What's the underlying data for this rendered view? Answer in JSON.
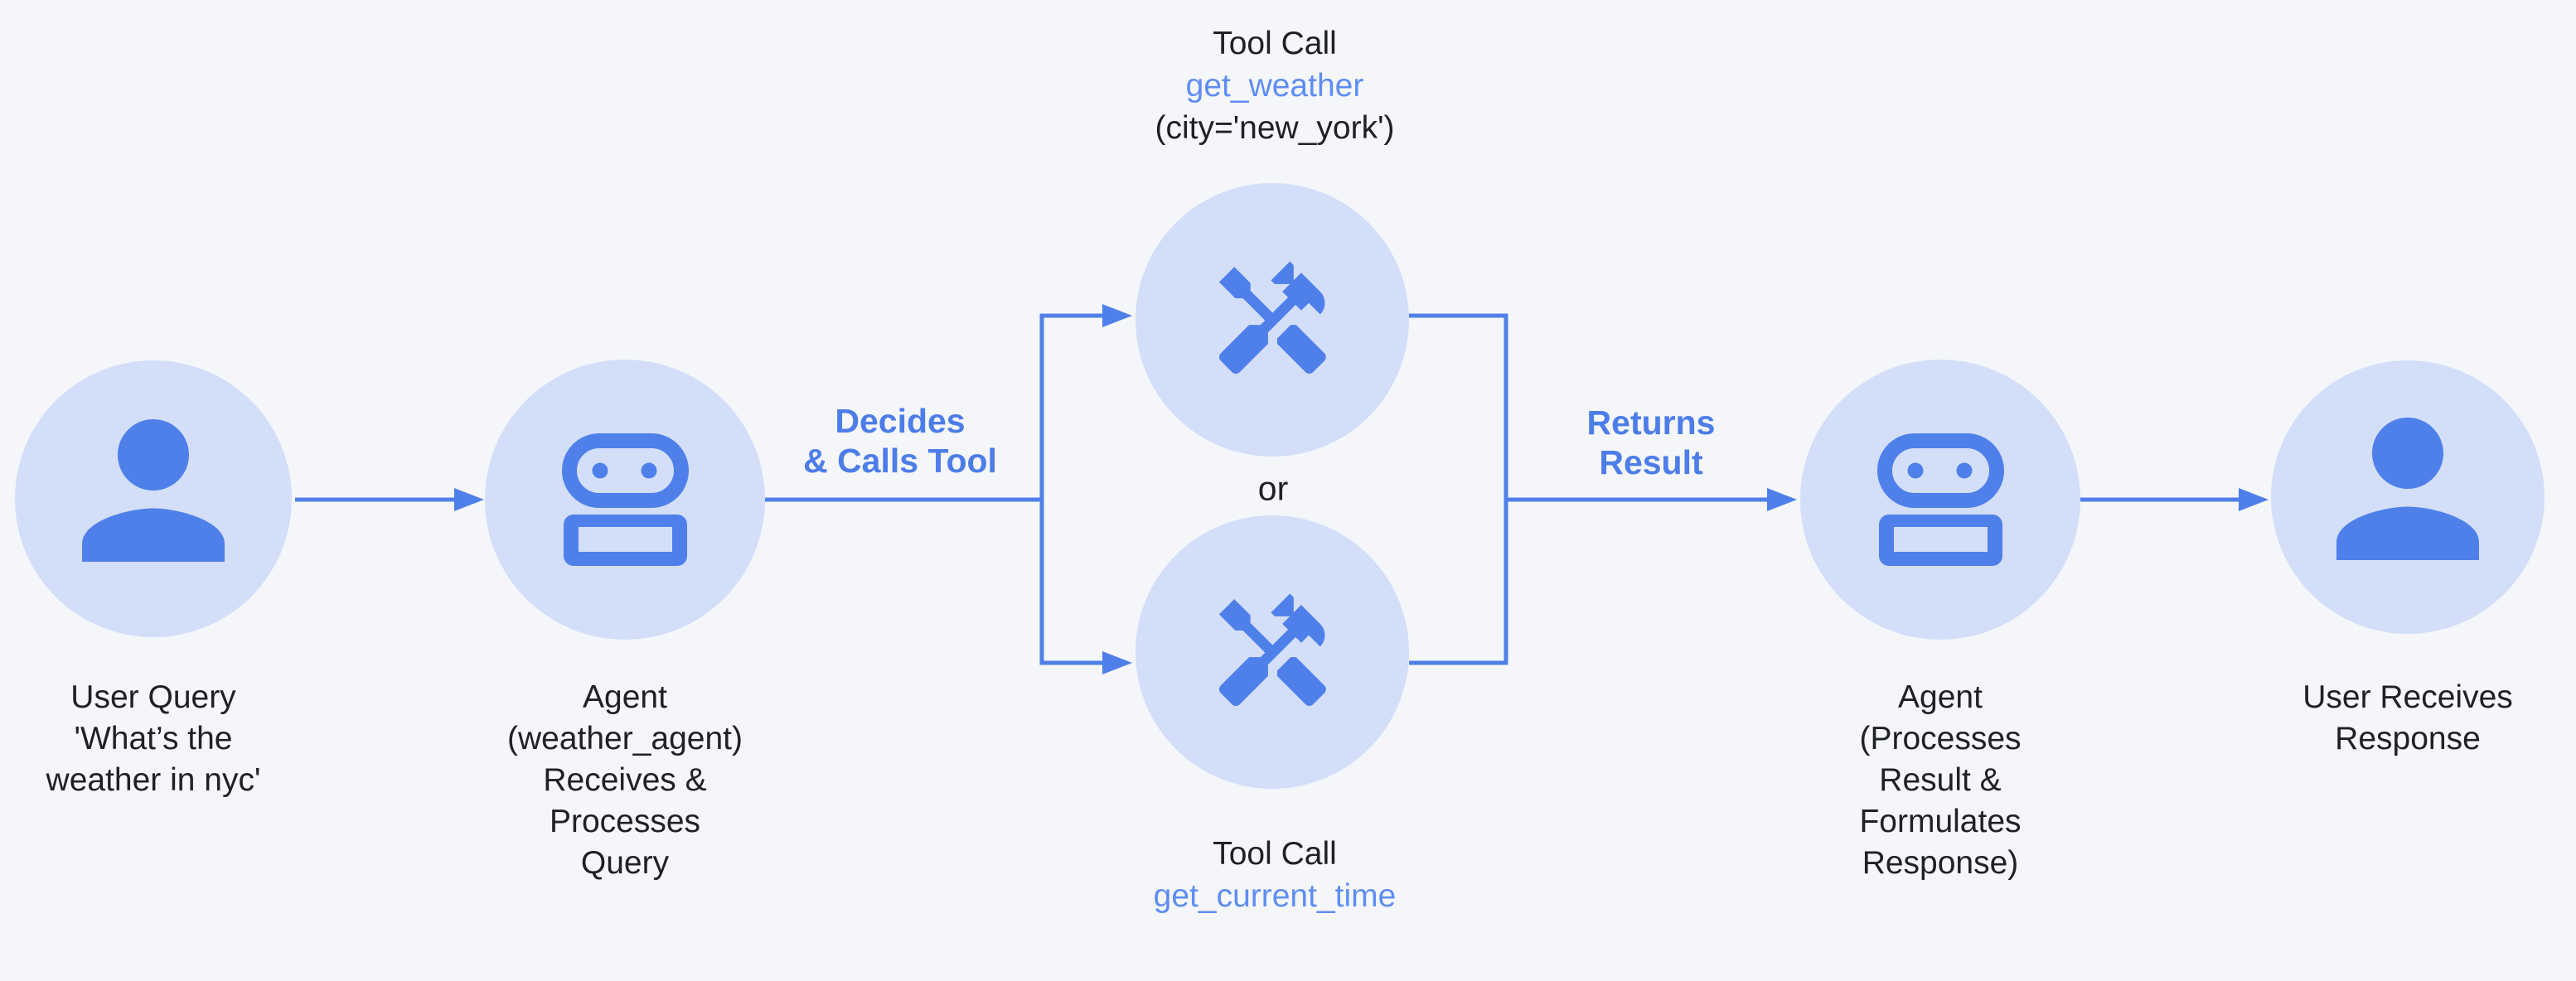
{
  "palette": {
    "background": "#f4f6fa",
    "node_fill": "#d3def9",
    "icon_blue": "#4f80ea",
    "arrow_blue": "#4f80ea",
    "edge_label_blue": "#4d7de8",
    "code_blue": "#5f8df4",
    "text_dark": "#202124"
  },
  "icons": {
    "user": "person-icon",
    "agent": "robot-icon",
    "tool": "handyman-icon"
  },
  "nodes": {
    "user_start": {
      "lines": [
        "User Query",
        "'What’s the",
        "weather in nyc'"
      ]
    },
    "agent_receive": {
      "lines": [
        "Agent",
        "(weather_agent)",
        "Receives &",
        "Processes",
        "Query"
      ]
    },
    "tool_weather": {
      "lines": [
        "Tool Call",
        "get_weather",
        "(city='new_york')"
      ]
    },
    "tool_time": {
      "lines": [
        "Tool Call",
        "get_current_time"
      ]
    },
    "agent_respond": {
      "lines": [
        "Agent",
        "(Processes",
        "Result &",
        "Formulates",
        "Response)"
      ]
    },
    "user_end": {
      "lines": [
        "User Receives",
        "Response"
      ]
    }
  },
  "edges": {
    "decides": {
      "lines": [
        "Decides",
        "& Calls Tool"
      ]
    },
    "returns": {
      "lines": [
        "Returns",
        "Result"
      ]
    },
    "or": "or"
  }
}
